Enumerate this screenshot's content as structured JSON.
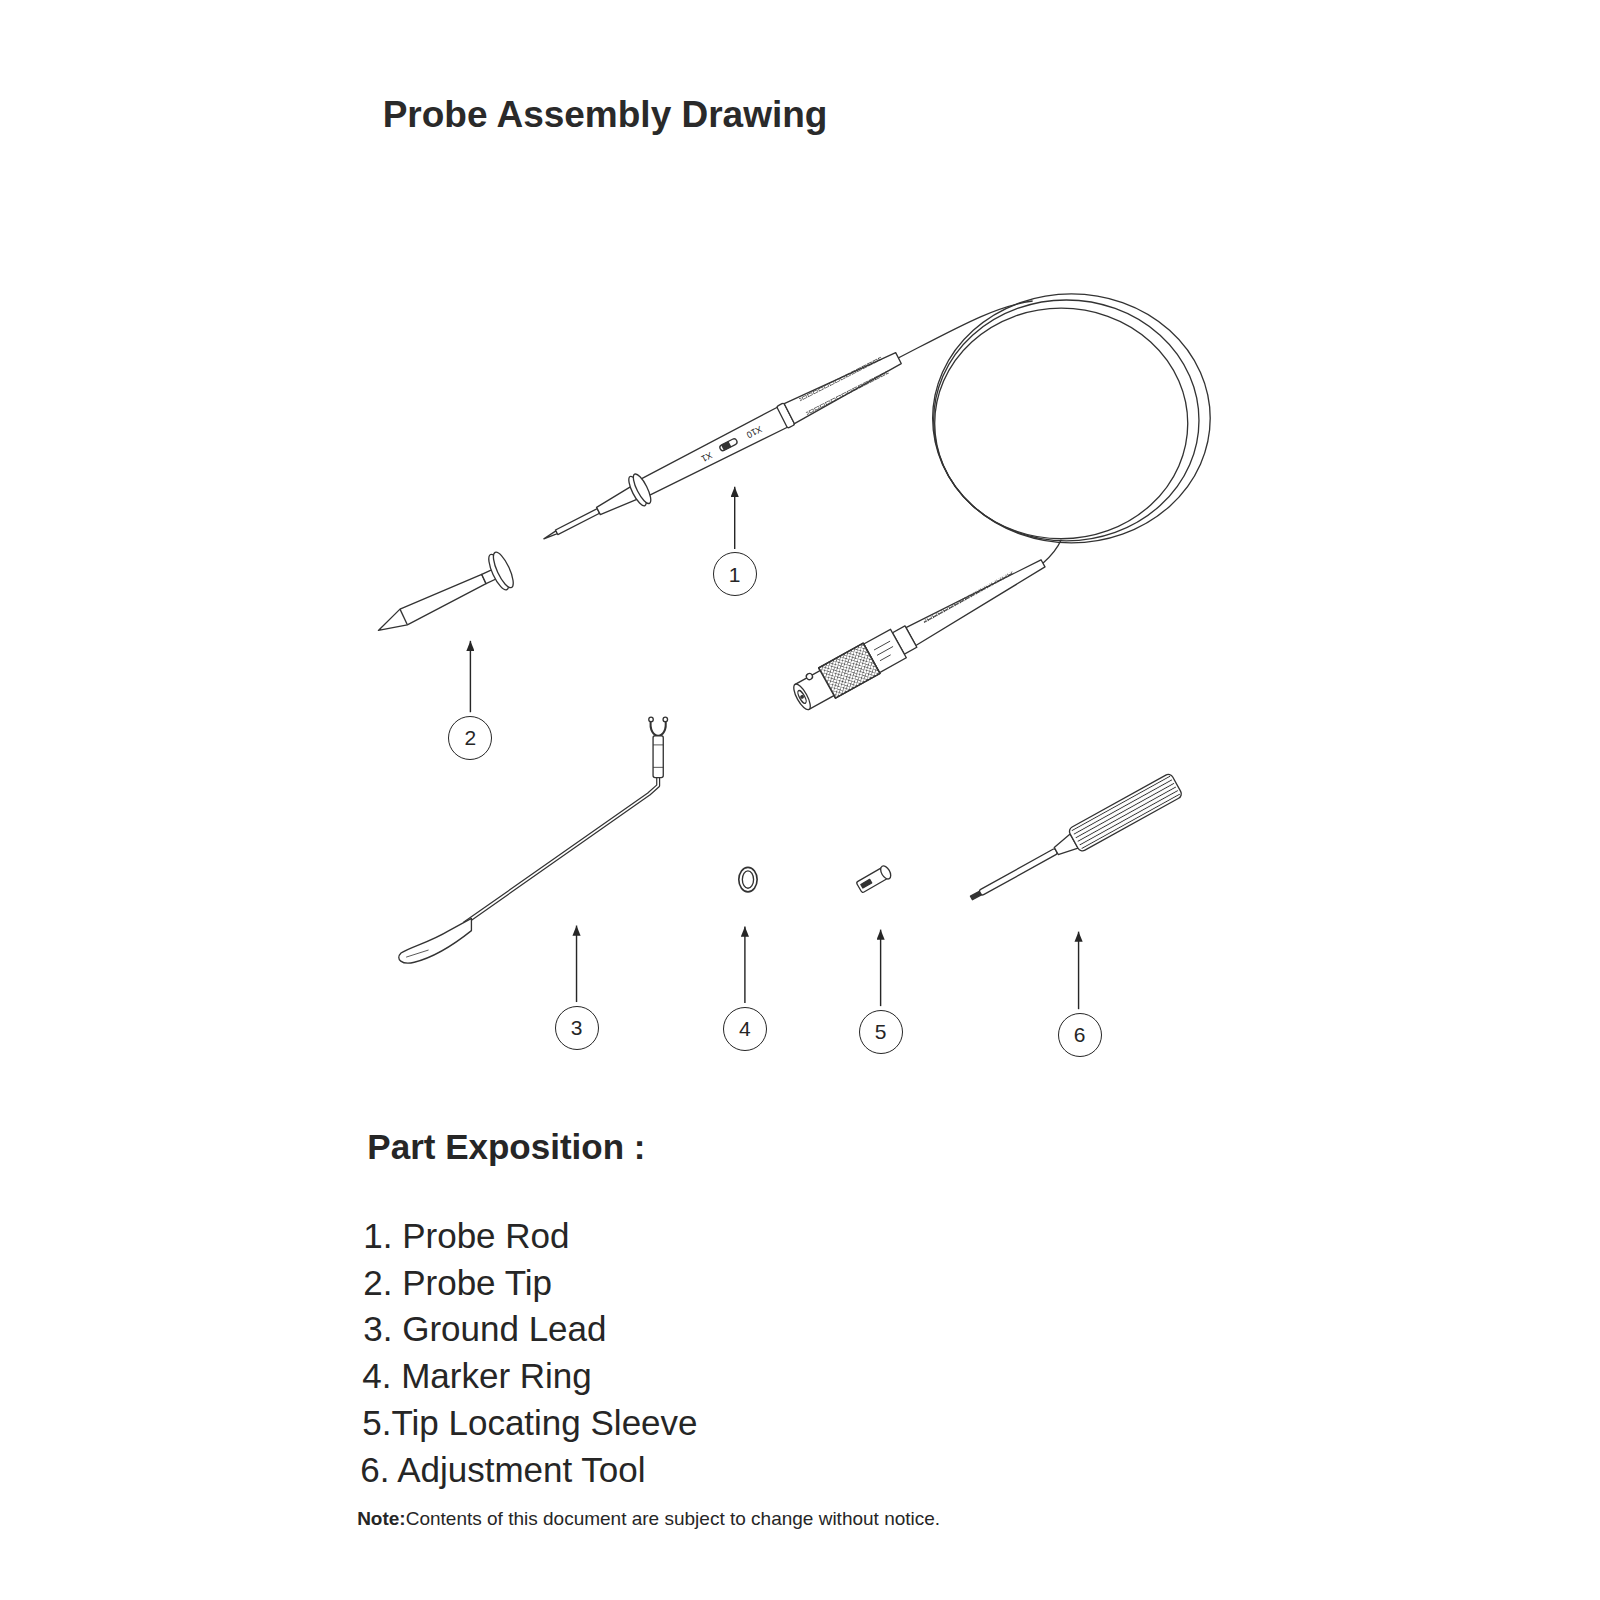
{
  "diagram": {
    "title": "Probe Assembly Drawing",
    "nodes": [
      {
        "text": [
          "1"
        ]
      },
      {
        "text": [
          "2"
        ]
      },
      {
        "text": [
          "3"
        ]
      },
      {
        "text": [
          "4"
        ]
      },
      {
        "text": [
          "5"
        ]
      },
      {
        "text": [
          "6"
        ]
      }
    ],
    "labels": [
      "X1",
      "X10",
      "Part Exposition :",
      "1. Probe Rod",
      "2. Probe Tip",
      "3. Ground Lead",
      "4. Marker Ring",
      "5.Tip Locating Sleeve",
      "6. Adjustment Tool",
      "Note:",
      "Contents of this document are subject to change without notice."
    ]
  }
}
